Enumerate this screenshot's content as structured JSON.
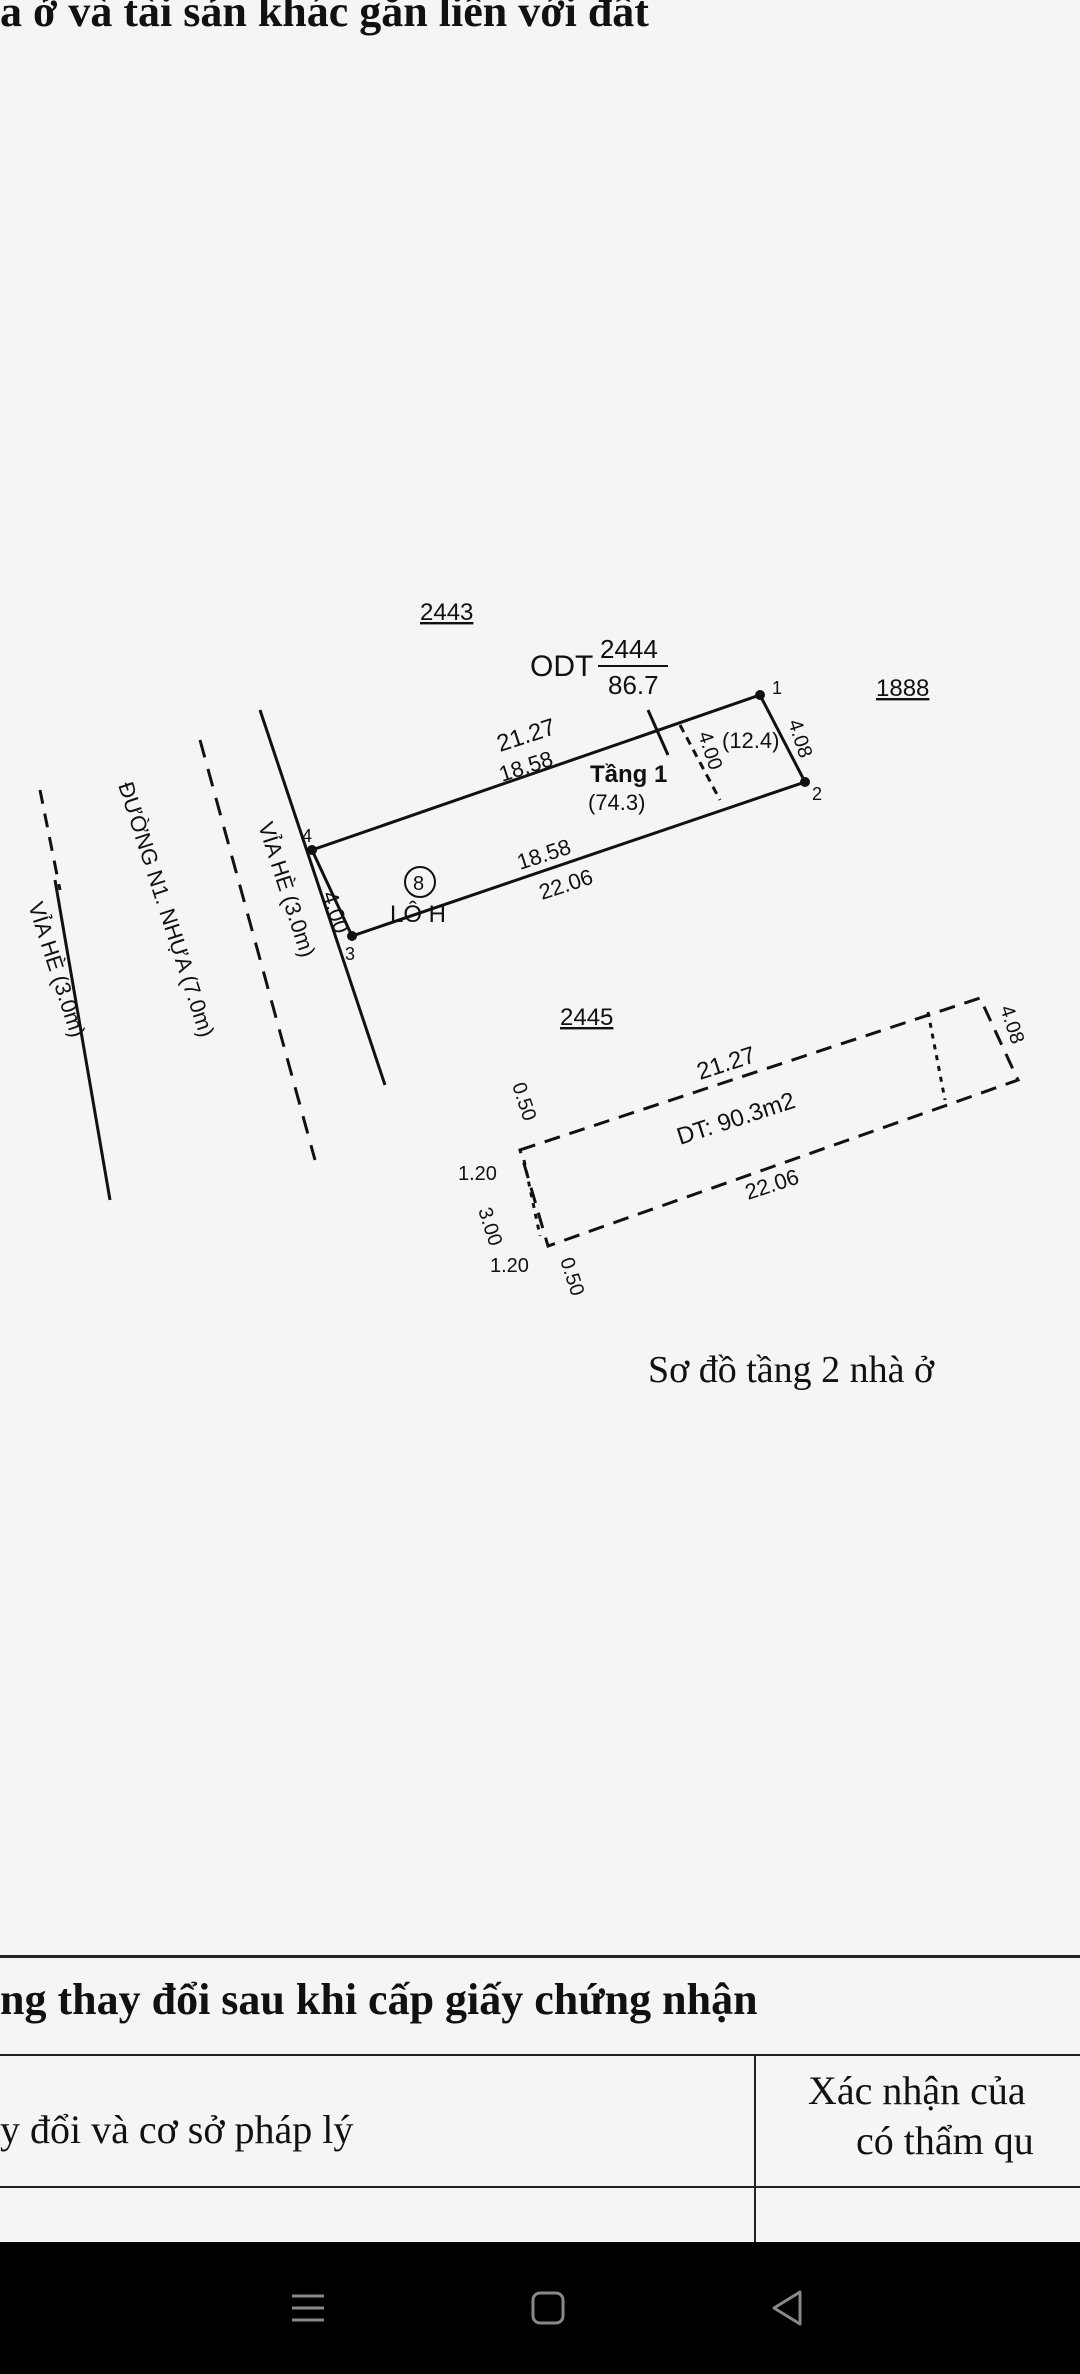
{
  "header": {
    "text": "a ở và tài sản khác gắn liền với đất"
  },
  "plan": {
    "parcel_2443": "2443",
    "odt_label": "ODT",
    "odt_num": "2444",
    "odt_den": "86.7",
    "parcel_1888": "1888",
    "parcel_2445": "2445",
    "road_name": "ĐƯỜNG N1. NHỰA (7.0m)",
    "sidewalk_left": "VỈA HÈ (3.0m)",
    "sidewalk_right": "VỈA HÈ (3.0m)",
    "lot_number": "8",
    "lot_label": "LÔ H",
    "floor1": "Tầng 1",
    "floor1_area": "(74.3)",
    "extra_area": "(12.4)",
    "dim_top_outer": "21.27",
    "dim_top_inner": "18.58",
    "dim_bottom_inner": "18.58",
    "dim_bottom_outer": "22.06",
    "dim_left": "4.00",
    "dim_inner": "4.00",
    "dim_right": "4.08",
    "pt1": "1",
    "pt2": "2",
    "pt3": "3",
    "pt4": "4",
    "f2_top": "21.27",
    "f2_area": "DT: 90.3m2",
    "f2_bottom": "22.06",
    "f2_right": "4.08",
    "f2_left": "3.00",
    "f2_off1": "1.20",
    "f2_off2": "1.20",
    "f2_off3": "0.50",
    "f2_off4": "0.50"
  },
  "caption": "Sơ đồ tầng 2 nhà ở",
  "table": {
    "title": "ng thay đổi sau khi cấp giấy chứng nhận",
    "col_left": "y đổi và cơ sở pháp lý",
    "col_right_line1": "Xác nhận của",
    "col_right_line2": "có thẩm qu"
  },
  "navbar": {
    "menu_icon": "menu-icon",
    "home_icon": "home-icon",
    "back_icon": "back-icon"
  }
}
